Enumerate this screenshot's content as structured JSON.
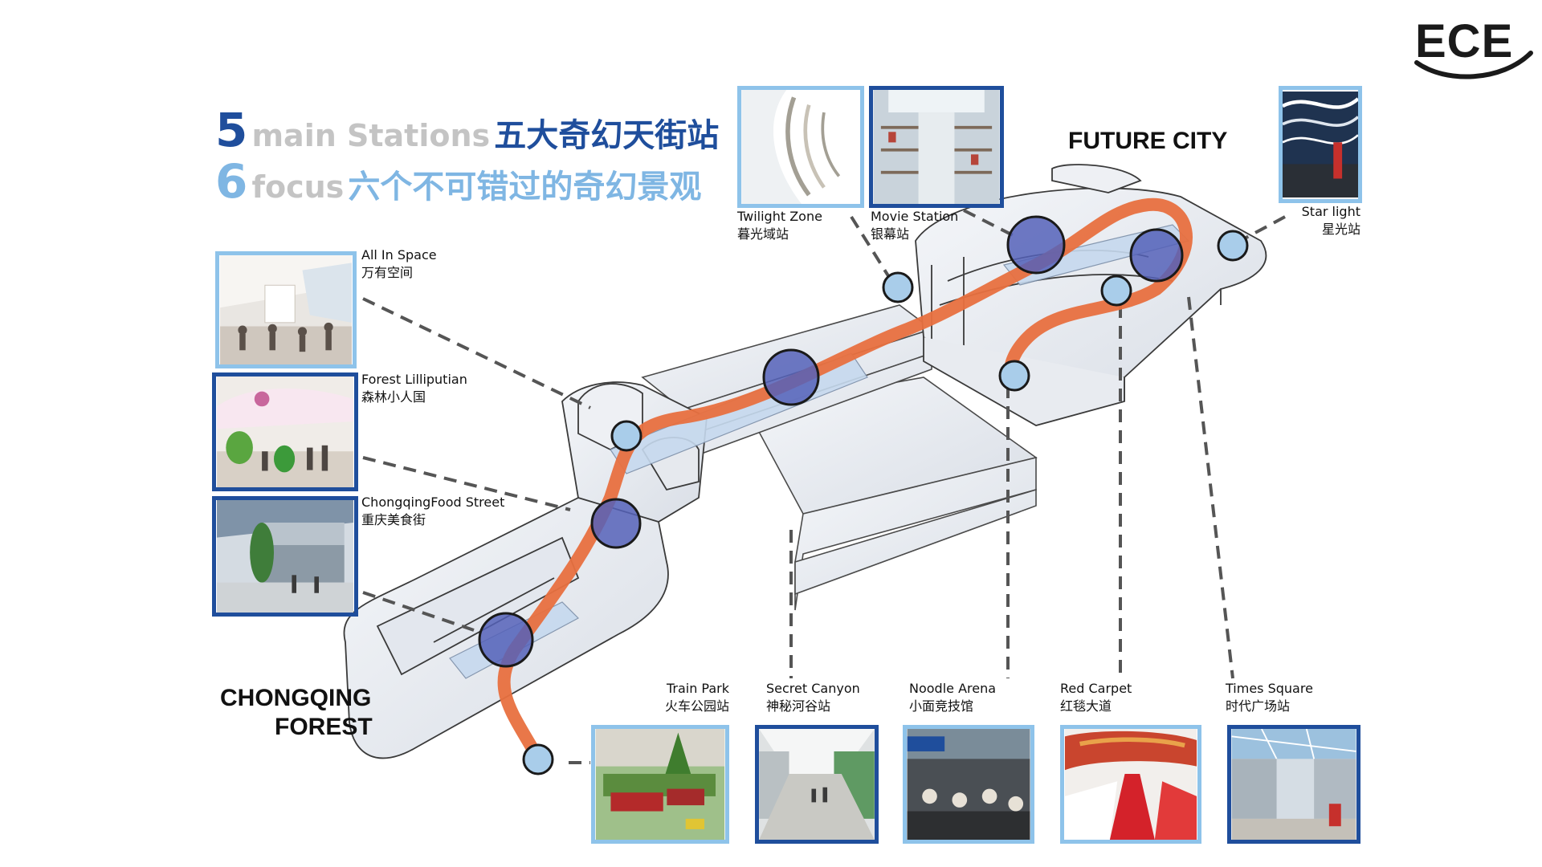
{
  "logo": {
    "text": "ECE"
  },
  "heading": {
    "line1": {
      "num": "5",
      "en": "main Stations",
      "cn": "五大奇幻天街站"
    },
    "line2": {
      "num": "6",
      "en": "focus",
      "cn": "六个不可错过的奇幻景观"
    }
  },
  "zones": {
    "future_city": "FUTURE CITY",
    "chongqing_forest_line1": "CHONGQING",
    "chongqing_forest_line2": "FOREST"
  },
  "stations": {
    "all_in_space": {
      "en": "All In Space",
      "cn": "万有空间"
    },
    "forest_lilliputian": {
      "en": "Forest Lilliputian",
      "cn": "森林小人国"
    },
    "food_street": {
      "en": "ChongqingFood Street",
      "cn": "重庆美食街"
    },
    "twilight_zone": {
      "en": "Twilight Zone",
      "cn": "暮光域站"
    },
    "movie_station": {
      "en": "Movie Station",
      "cn": "银幕站"
    },
    "star_light": {
      "en": "Star light",
      "cn": "星光站"
    },
    "train_park": {
      "en": "Train Park",
      "cn": "火车公园站"
    },
    "secret_canyon": {
      "en": "Secret Canyon",
      "cn": "神秘河谷站"
    },
    "noodle_arena": {
      "en": "Noodle Arena",
      "cn": "小面竞技馆"
    },
    "red_carpet": {
      "en": "Red Carpet",
      "cn": "红毯大道"
    },
    "times_square": {
      "en": "Times Square",
      "cn": "时代广场站"
    }
  },
  "colors": {
    "route": "#e8703f",
    "navy": "#1f4e9c",
    "light_blue": "#8ec3ea",
    "station_fill": "#5562b8",
    "focus_fill": "#a9cdea",
    "grey_text": "#c4c4c4"
  }
}
